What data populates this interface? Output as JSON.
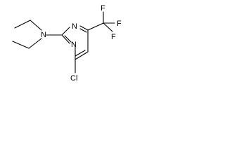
{
  "structure": {
    "atoms": {
      "n_amine": "N",
      "n_ring_top": "N",
      "n_ring_bottom": "N",
      "cl": "Cl",
      "f_top": "F",
      "f_right": "F",
      "f_bottom": "F"
    }
  }
}
